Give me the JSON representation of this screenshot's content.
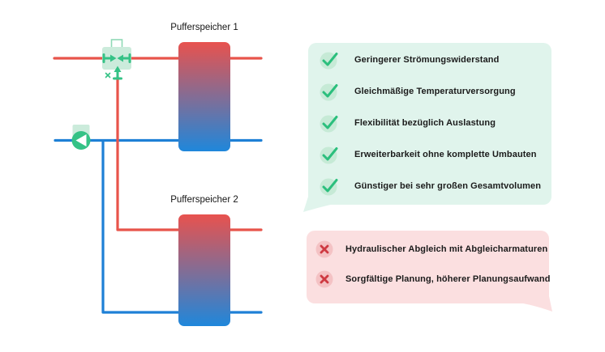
{
  "diagram": {
    "tank1_label": "Pufferspeicher 1",
    "tank2_label": "Pufferspeicher 2",
    "icons": {
      "valve": "three-way-mixing-valve-icon",
      "pump": "circulation-pump-icon"
    },
    "colors": {
      "pipe_hot": "#e8544b",
      "pipe_cold": "#1e80d6",
      "tank_gradient_top": "#e8524e",
      "tank_gradient_bottom": "#1f87db",
      "icon_green": "#35c286",
      "icon_green_light": "#cbebdb",
      "label_text": "#151515"
    }
  },
  "advantages": {
    "panel_color": "#e0f4ec",
    "icon": "check-icon",
    "icon_circle_color": "#c6ead6",
    "icon_stroke_color": "#2bbf7d",
    "items": [
      "Geringerer Strömungswiderstand",
      "Gleichmäßige Temperaturversorgung",
      "Flexibilität bezüglich Auslastung",
      "Erweiterbarkeit ohne komplette Umbauten",
      "Günstiger bei sehr großen Gesamtvolumen"
    ]
  },
  "disadvantages": {
    "panel_color": "#fbdfe0",
    "icon": "x-icon",
    "icon_circle_color": "#f4c2c4",
    "icon_stroke_color": "#ce3a42",
    "items": [
      "Hydraulischer Abgleich mit Abgleicharmaturen",
      "Sorgfältige Planung, höherer Planungsaufwand"
    ]
  }
}
